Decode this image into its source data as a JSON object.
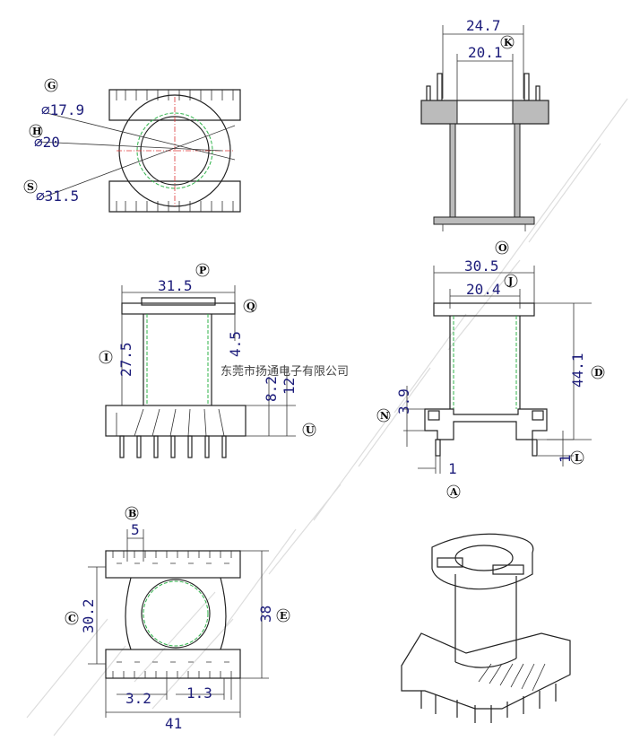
{
  "watermark": "东莞市扬通电子有限公司",
  "views": {
    "top": {
      "G": {
        "label": "G",
        "value": "⌀17.9"
      },
      "H": {
        "label": "H",
        "value": "⌀20"
      },
      "S": {
        "label": "S",
        "value": "⌀31.5"
      }
    },
    "section": {
      "K_outer": "24.7",
      "K_inner": "20.1",
      "K": "K",
      "O": "O"
    },
    "front": {
      "P_val": "31.5",
      "P": "P",
      "Q_val": "4.5",
      "Q": "Q",
      "I_val": "27.5",
      "I": "I",
      "v82": "8.2",
      "v12": "12",
      "U": "U"
    },
    "side": {
      "J_outer": "30.5",
      "J_inner": "20.4",
      "J": "J",
      "D_val": "44.1",
      "D": "D",
      "N_val": "3.9",
      "N": "N",
      "A_val": "1",
      "A": "A",
      "L_val": "1",
      "L": "L"
    },
    "bottom": {
      "B_val": "5",
      "B": "B",
      "C_val": "30.2",
      "C": "C",
      "E_val": "38",
      "E": "E",
      "v32": "3.2",
      "v13": "1.3",
      "v41": "41"
    }
  }
}
